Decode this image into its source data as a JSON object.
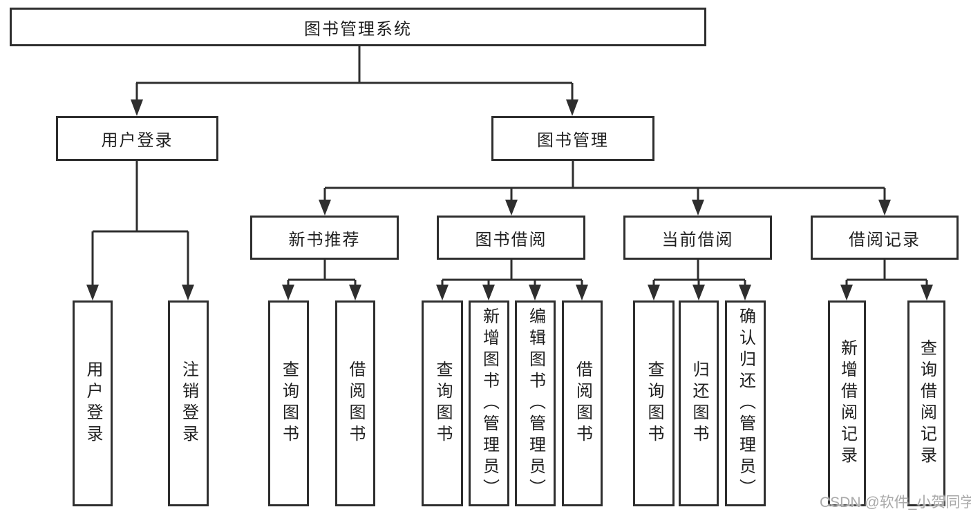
{
  "diagram": {
    "title": "图书管理系统",
    "branches": [
      {
        "label": "用户登录",
        "children": [
          {
            "label": "用户登录"
          },
          {
            "label": "注销登录"
          }
        ]
      },
      {
        "label": "图书管理",
        "children": [
          {
            "label": "新书推荐",
            "children": [
              {
                "label": "查询图书"
              },
              {
                "label": "借阅图书"
              }
            ]
          },
          {
            "label": "图书借阅",
            "children": [
              {
                "label": "查询图书"
              },
              {
                "label": "新增图书（管理员）"
              },
              {
                "label": "编辑图书（管理员）"
              },
              {
                "label": "借阅图书"
              }
            ]
          },
          {
            "label": "当前借阅",
            "children": [
              {
                "label": "查询图书"
              },
              {
                "label": "归还图书"
              },
              {
                "label": "确认归还（管理员）"
              }
            ]
          },
          {
            "label": "借阅记录",
            "children": [
              {
                "label": "新增借阅记录"
              },
              {
                "label": "查询借阅记录"
              }
            ]
          }
        ]
      }
    ]
  },
  "watermark": {
    "text": "CSDN @软件_小贺同学"
  },
  "colors": {
    "line": "#2e2e2e",
    "text": "#1f1f1f",
    "background": "#ffffff",
    "watermark": "#a9a9a9"
  }
}
